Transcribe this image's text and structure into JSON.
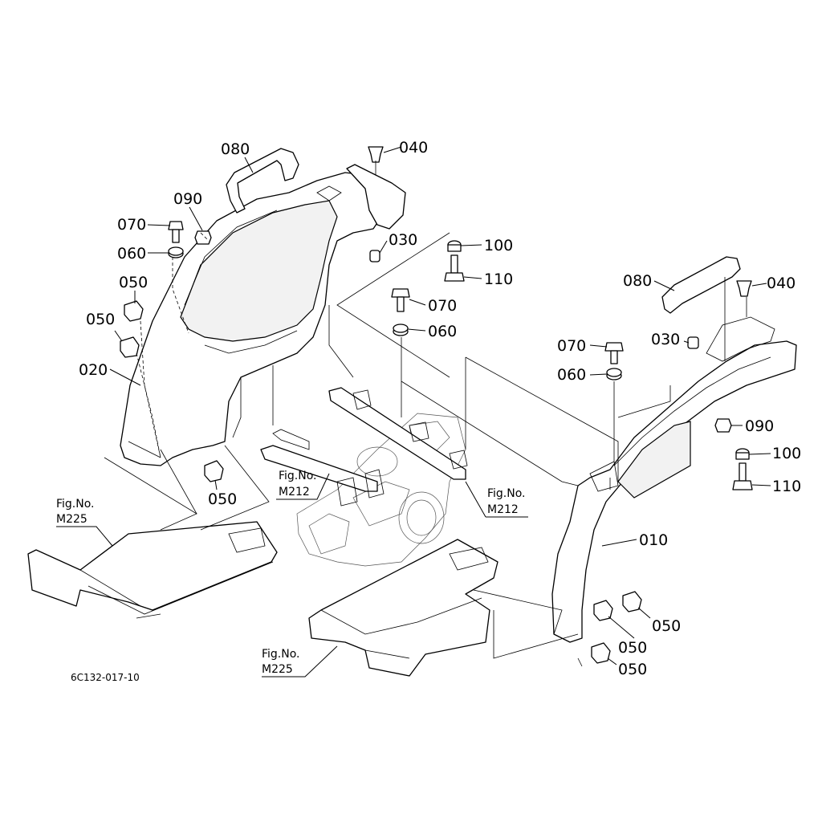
{
  "callouts": [
    {
      "id": "c080a",
      "text": "080"
    },
    {
      "id": "c040a",
      "text": "040"
    },
    {
      "id": "c090a",
      "text": "090"
    },
    {
      "id": "c070a",
      "text": "070"
    },
    {
      "id": "c060a",
      "text": "060"
    },
    {
      "id": "c030a",
      "text": "030"
    },
    {
      "id": "c100a",
      "text": "100"
    },
    {
      "id": "c110a",
      "text": "110"
    },
    {
      "id": "c070b",
      "text": "070"
    },
    {
      "id": "c060b",
      "text": "060"
    },
    {
      "id": "c050a",
      "text": "050"
    },
    {
      "id": "c050b",
      "text": "050"
    },
    {
      "id": "c020",
      "text": "020"
    },
    {
      "id": "c050c",
      "text": "050"
    },
    {
      "id": "c080b",
      "text": "080"
    },
    {
      "id": "c040b",
      "text": "040"
    },
    {
      "id": "c030b",
      "text": "030"
    },
    {
      "id": "c070c",
      "text": "070"
    },
    {
      "id": "c060c",
      "text": "060"
    },
    {
      "id": "c090b",
      "text": "090"
    },
    {
      "id": "c100b",
      "text": "100"
    },
    {
      "id": "c110b",
      "text": "110"
    },
    {
      "id": "c010",
      "text": "010"
    },
    {
      "id": "c050d",
      "text": "050"
    },
    {
      "id": "c050e",
      "text": "050"
    },
    {
      "id": "c050f",
      "text": "050"
    }
  ],
  "figure_refs": [
    {
      "id": "r1",
      "line1": "Fig.No.",
      "line2": "M225"
    },
    {
      "id": "r2",
      "line1": "Fig.No.",
      "line2": "M212"
    },
    {
      "id": "r3",
      "line1": "Fig.No.",
      "line2": "M212"
    },
    {
      "id": "r4",
      "line1": "Fig.No.",
      "line2": "M225"
    }
  ],
  "drawing_code": "6C132-017-10"
}
